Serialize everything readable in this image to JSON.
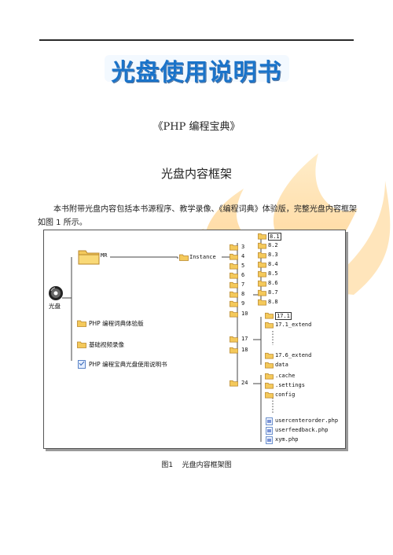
{
  "banner_text": "光盘使用说明书",
  "book_title": "《PHP 编程宝典》",
  "section_title": "光盘内容框架",
  "intro_paragraph": "本书附带光盘内容包括本书源程序、教学录像、《编程词典》体验版，完整光盘内容框架如图 1 所示。",
  "diagram": {
    "root": "光盘",
    "mr_folder": "MR",
    "instance_folder": "Instance",
    "side_items": [
      "PHP 编程词典体验版",
      "基础视频录像",
      "PHP 编程宝典光盘使用说明书"
    ],
    "chapter_folders": [
      "3",
      "4",
      "5",
      "6",
      "7",
      "8",
      "9",
      "10",
      "17",
      "18",
      "24"
    ],
    "ch8_items": [
      "8.1",
      "8.2",
      "8.3",
      "8.4",
      "8.5",
      "8.6",
      "8.7",
      "8.8"
    ],
    "ch17_items": [
      "17.1",
      "17.1_extend",
      "17.6_extend",
      "data"
    ],
    "ch24_items": [
      ".cache",
      ".settings",
      "config",
      "usercenterorder.php",
      "userfeedback.php",
      "xym.php"
    ]
  },
  "caption": "图1    光盘内容框架图"
}
